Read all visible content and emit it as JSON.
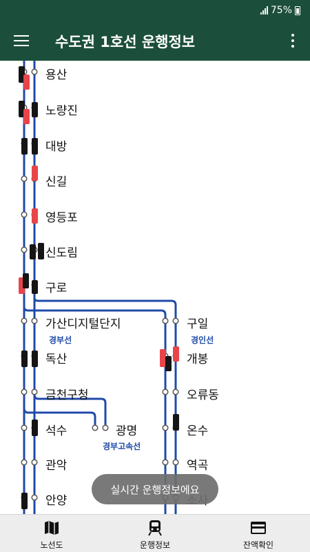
{
  "status_bar": {
    "battery": "75%"
  },
  "app_bar": {
    "title": "수도권 1호선 운행정보"
  },
  "stations_main": [
    {
      "id": "yongsan",
      "name": "용산"
    },
    {
      "id": "noryangjin",
      "name": "노량진"
    },
    {
      "id": "daebang",
      "name": "대방"
    },
    {
      "id": "singil",
      "name": "신길"
    },
    {
      "id": "yeongdeungpo",
      "name": "영등포"
    },
    {
      "id": "sindorim",
      "name": "신도림"
    },
    {
      "id": "guro",
      "name": "구로"
    },
    {
      "id": "gasan",
      "name": "가산디지털단지"
    },
    {
      "id": "doksan",
      "name": "독산"
    },
    {
      "id": "geumcheon",
      "name": "금천구청"
    },
    {
      "id": "seoksu",
      "name": "석수"
    },
    {
      "id": "gwanak",
      "name": "관악"
    },
    {
      "id": "anyang",
      "name": "안양"
    }
  ],
  "stations_branch": [
    {
      "id": "guil",
      "name": "구일"
    },
    {
      "id": "gaebong",
      "name": "개봉"
    },
    {
      "id": "oryudong",
      "name": "오류동"
    },
    {
      "id": "onsu",
      "name": "온수"
    },
    {
      "id": "yeokgok",
      "name": "역곡"
    },
    {
      "id": "sosa",
      "name": "소사"
    }
  ],
  "station_gwangmyeong": "광명",
  "line_labels": {
    "gyeongbu": "경부선",
    "gyeongin": "경인선",
    "gyeongbu_highspeed": "경부고속선"
  },
  "colors": {
    "bar": "#1c4f3b",
    "track": "#1f4aa8",
    "train_black": "#151515",
    "train_red": "#e8454a"
  },
  "toast": "실시간 운행정보에요",
  "bottom_nav": [
    {
      "label": "노선도",
      "icon": "map-icon"
    },
    {
      "label": "운행정보",
      "icon": "train-icon"
    },
    {
      "label": "잔액확인",
      "icon": "card-icon"
    }
  ]
}
